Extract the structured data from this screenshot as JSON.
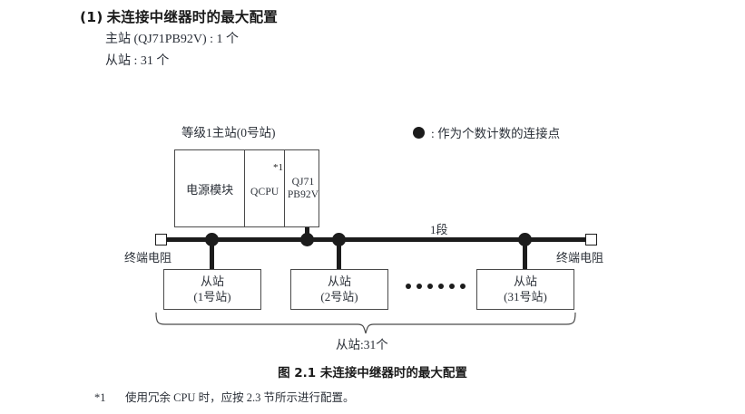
{
  "heading": {
    "number": "(1)",
    "text": "未连接中继器时的最大配置"
  },
  "spec_lines": {
    "master": "主站 (QJ71PB92V) : 1 个",
    "slave": "从站 : 31 个"
  },
  "legend": {
    "symbol": "filled-circle",
    "text": ": 作为个数计数的连接点"
  },
  "diagram": {
    "master_caption": "等级1主站(0号站)",
    "master_modules": {
      "power_supply": "电源模块",
      "cpu": "QCPU",
      "cpu_footnote_mark": "*1",
      "network_line1": "QJ71",
      "network_line2": "PB92V"
    },
    "bus": {
      "segment_label": "1段",
      "terminator_left": "终端电阻",
      "terminator_right": "终端电阻",
      "node_count_visible": 4
    },
    "slaves": [
      {
        "name": "从站",
        "station": "(1号站)"
      },
      {
        "name": "从站",
        "station": "(2号站)"
      },
      {
        "name": "从站",
        "station": "(31号站)"
      }
    ],
    "ellipsis_dots": 6,
    "brace_label": "从站:31个"
  },
  "figure_caption": "图 2.1  未连接中继器时的最大配置",
  "footnote": {
    "mark": "*1",
    "text": "使用冗余 CPU 时，应按 2.3 节所示进行配置。"
  },
  "colors": {
    "ink": "#1c1c1c",
    "text": "#2b3038",
    "box_border": "#4a4a4a",
    "page": "#ffffff"
  }
}
